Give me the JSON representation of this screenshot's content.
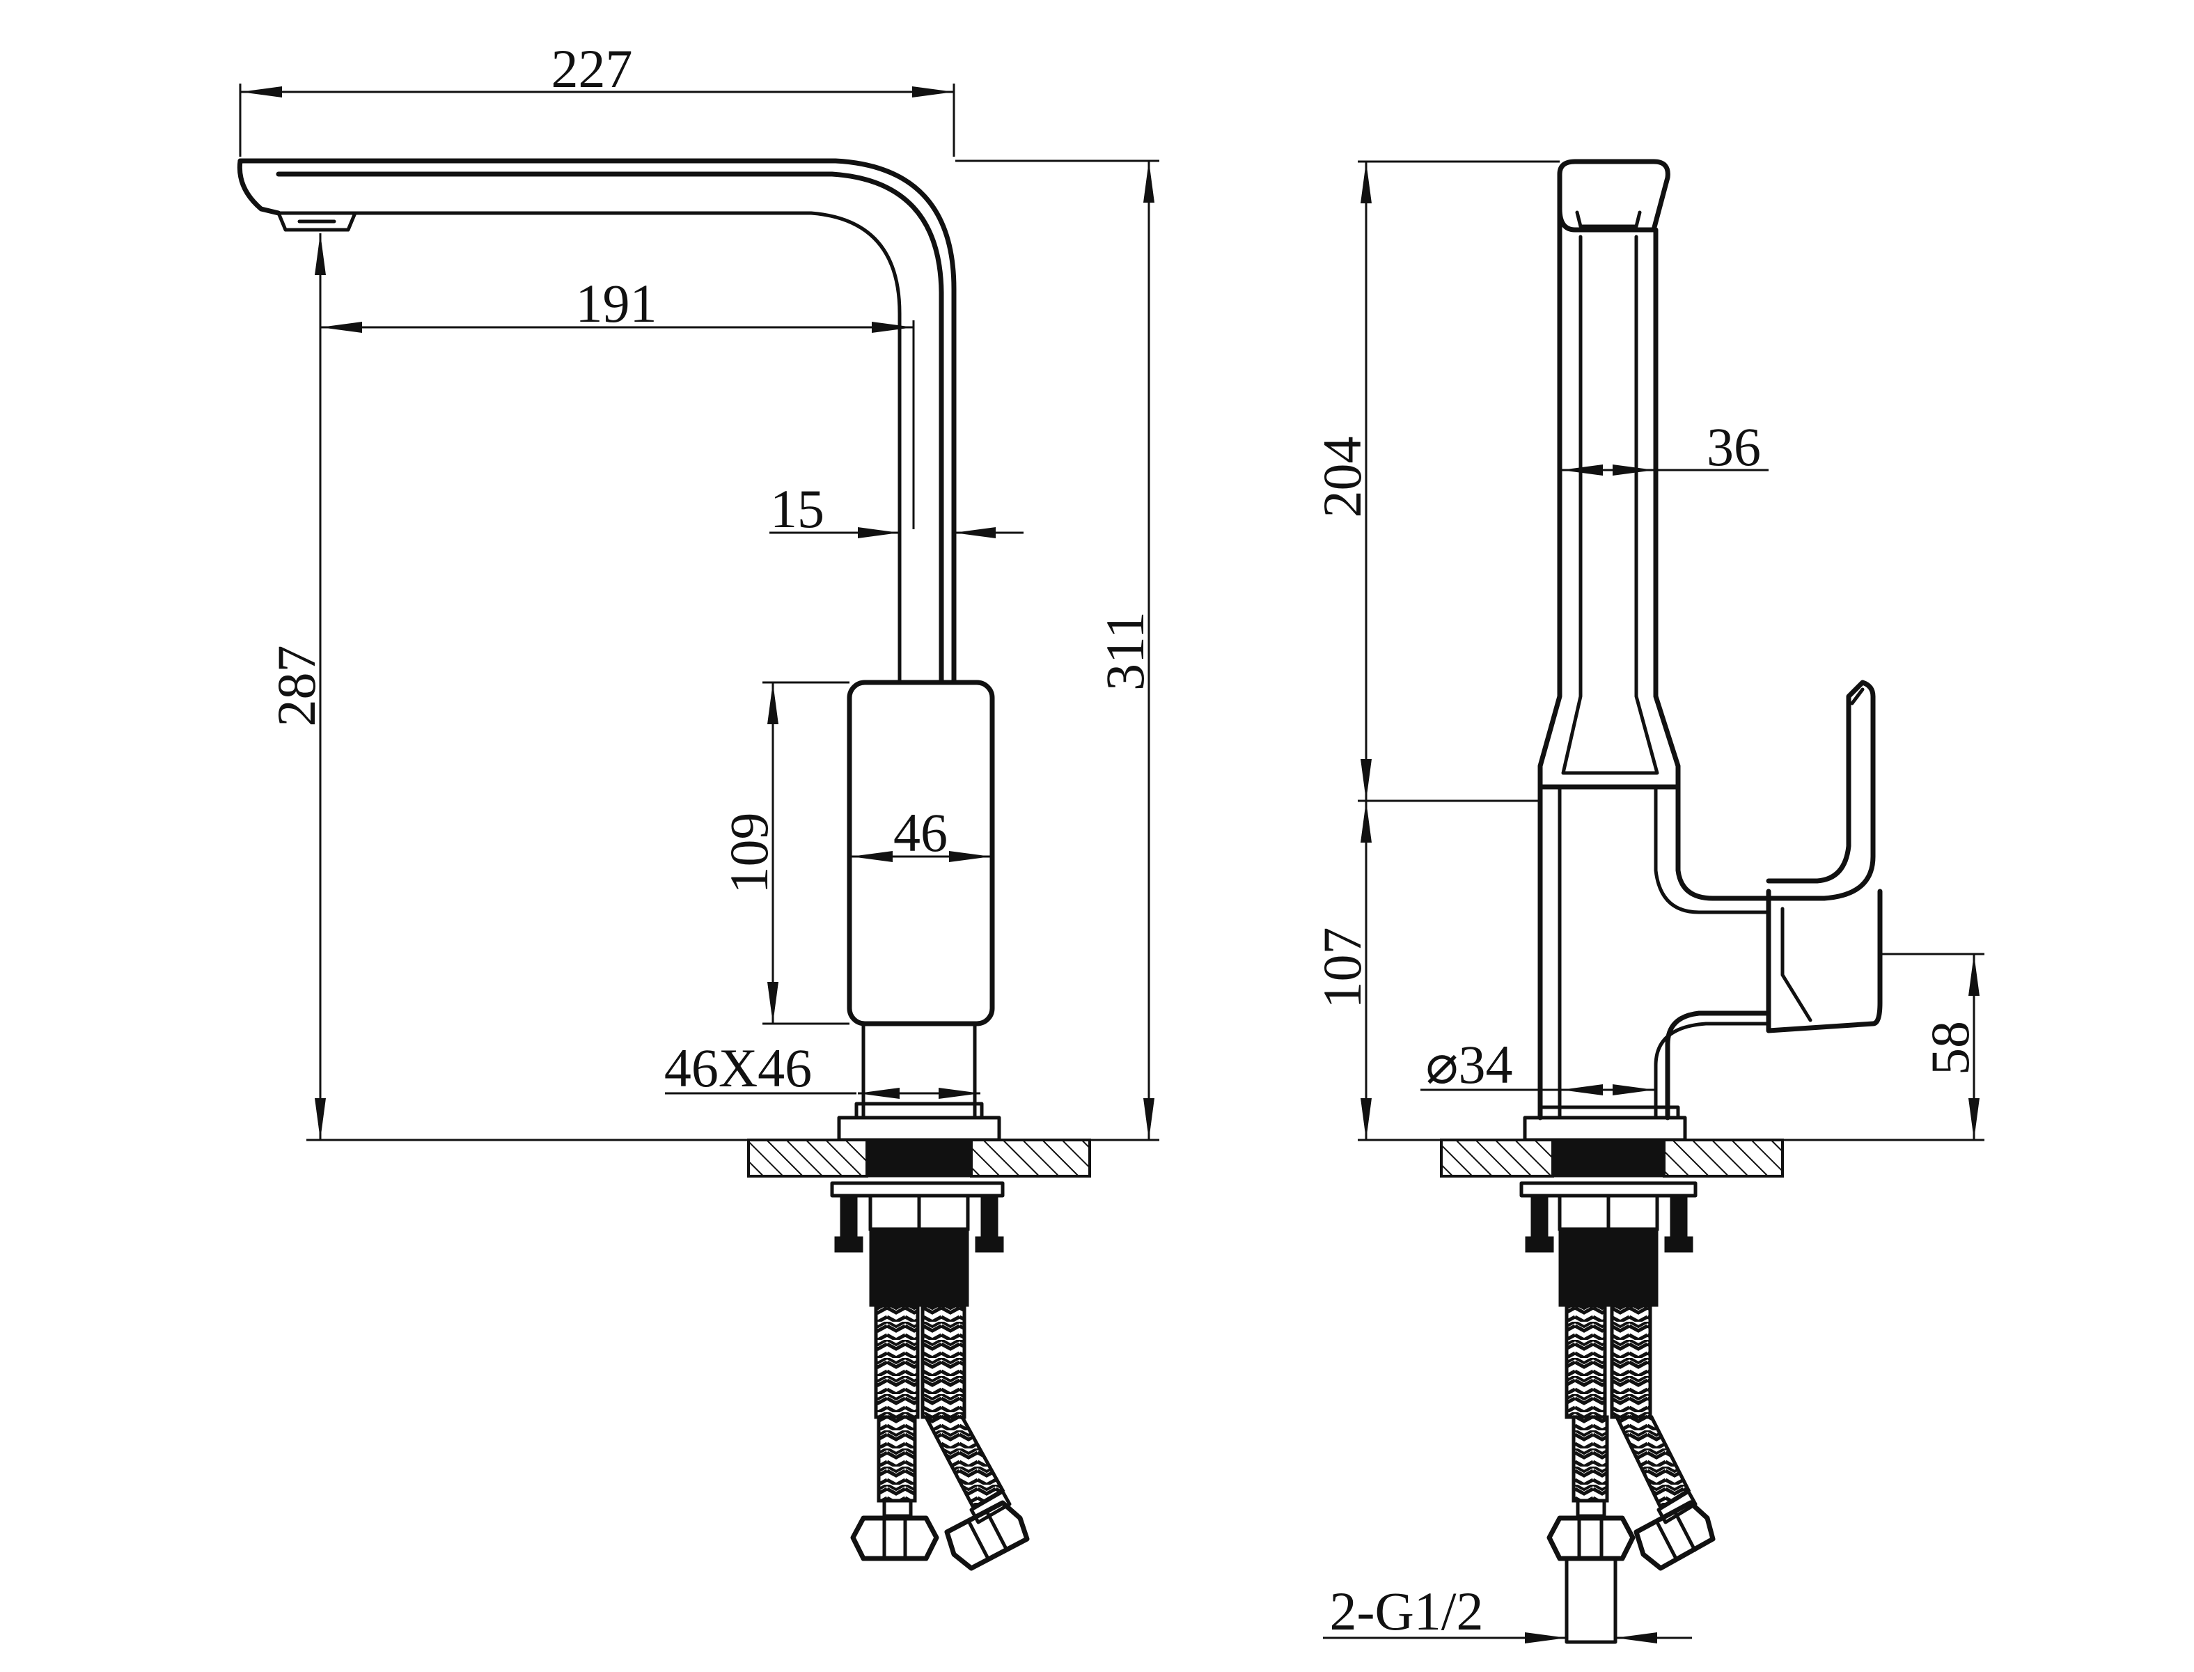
{
  "drawing": {
    "front_view": {
      "dim_spout_reach_overall": "227",
      "dim_spout_reach": "191",
      "dim_spout_tube": "15",
      "dim_outlet_height": "287",
      "dim_overall_height": "311",
      "dim_body_height": "109",
      "dim_body_width": "46",
      "dim_base_size": "46X46"
    },
    "side_view": {
      "dim_spout_height": "204",
      "dim_spout_depth": "36",
      "dim_body_height": "107",
      "dim_base_diameter": "⌀34",
      "dim_handle_height": "58",
      "dim_connection_thread": "2-G1/2"
    }
  }
}
